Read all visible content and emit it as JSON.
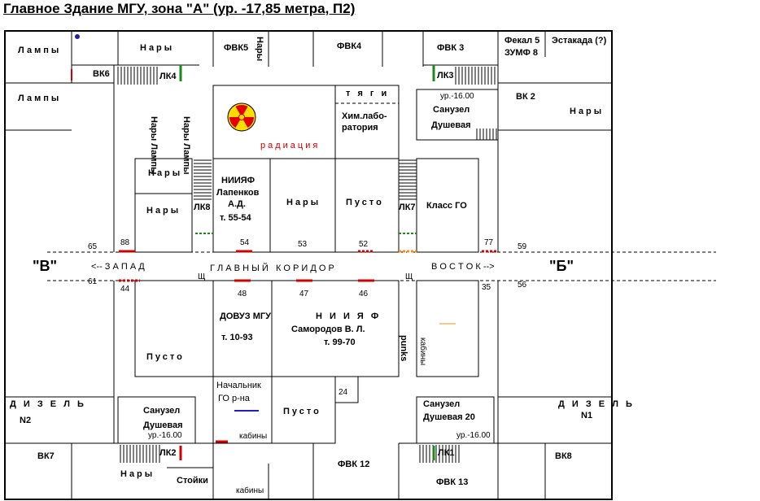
{
  "title": "Главное Здание МГУ, зона \"А\" (ур. -17,85 метра, П2)",
  "colors": {
    "wall": "#000000",
    "door_red": "#d00000",
    "door_green": "#1a8a1a",
    "door_orange": "#ff8c1a",
    "radiation_yellow": "#ffdd00",
    "radiation_red": "#e00000",
    "dot_blue": "#2020a0"
  },
  "zones": {
    "west": "\"В\"",
    "east": "\"Б\""
  },
  "corridor": {
    "west": "<-- З А П А Д",
    "main": "Г Л А В Н Ы Й   К О Р И Д О Р",
    "east": "В О С Т О К -->"
  },
  "rooms": {
    "lamps1": "Лампы",
    "lamps2": "Лампы",
    "vk6": "ВК6",
    "nary_top": "Нары",
    "fvk5": "ФВК5",
    "nary_v_top": "Нары",
    "fvk4": "ФВК4",
    "fvk3": "ФВК 3",
    "fekal": "Фекал 5",
    "zumf": "ЗУМФ 8",
    "estakada": "Эстакада (?)",
    "lk4": "ЛК4",
    "lk3": "ЛК3",
    "vk2": "ВК 2",
    "nary_e": "Нары",
    "tyagi": "т я г и",
    "chem1": "Хим.лабо-",
    "chem2": "ратория",
    "level_ne": "ур.-16.00",
    "sanuzel_ne1": "Санузел",
    "sanuzel_ne2": "Душевая",
    "nary_lampy_1": "Нары Лампы",
    "nary_lampy_2": "Нары Лампы",
    "radiation": "радиация",
    "nary_w1": "Нары",
    "nary_w2": "Нары",
    "niiyaf1": "НИИЯФ",
    "niiyaf2": "Лапенков",
    "niiyaf3": "А.Д.",
    "niiyaf4": "т. 55-54",
    "nary_mid": "Нары",
    "pusto_mid": "Пусто",
    "klass_go": "Класс ГО",
    "lk8": "ЛК8",
    "lk7": "ЛК7",
    "diesel_w": "Д И З Е Л Ь",
    "n2": "N2",
    "diesel_e": "Д И З Е Л Ь",
    "n1": "N1",
    "pusto_sw": "Пусто",
    "dovuz1": "ДОВУЗ МГУ",
    "dovuz2": "т. 10-93",
    "niiyaf_s1": "Н И И Я Ф",
    "niiyaf_s2": "Самородов В. Л.",
    "niiyaf_s3": "т. 99-70",
    "punks": "punks",
    "kabiny_v": "кабины",
    "nachalnik1": "Начальник",
    "nachalnik2": "ГО р-на",
    "pusto_s": "Пусто",
    "r24": "24",
    "kabiny1": "кабины",
    "kabiny2": "кабины",
    "sanuzel_sw1": "Санузел",
    "sanuzel_sw2": "Душевая",
    "level_sw": "ур.-16.00",
    "sanuzel_se1": "Санузел",
    "sanuzel_se2": "Душевая 20",
    "level_se": "ур.-16.00",
    "lk2": "ЛК2",
    "lk1": "ЛК1",
    "vk7": "ВК7",
    "vk8": "ВК8",
    "nary_sw": "Нары",
    "stoyki": "Стойки",
    "fvk12": "ФВК 12",
    "fvk13": "ФВК 13"
  },
  "doors": {
    "d65": "65",
    "d88": "88",
    "d54": "54",
    "d53": "53",
    "d52": "52",
    "d77": "77",
    "d59": "59",
    "d61": "61",
    "d44": "44",
    "d48": "48",
    "d47": "47",
    "d46": "46",
    "d35": "35",
    "d56": "56",
    "shch": "Щ"
  }
}
